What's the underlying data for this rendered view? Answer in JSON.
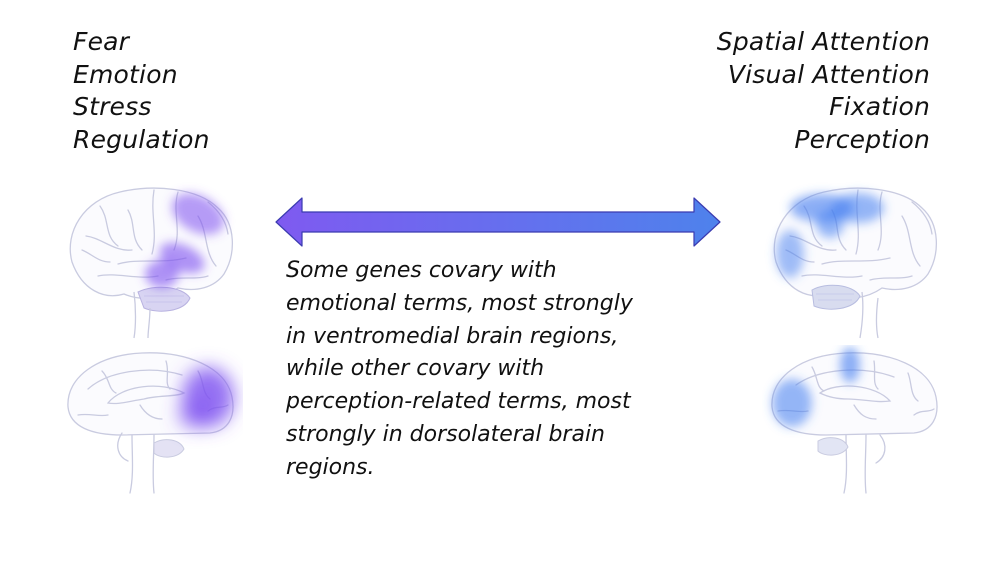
{
  "left_terms": [
    "Fear",
    "Emotion",
    "Stress",
    "Regulation"
  ],
  "right_terms": [
    "Spatial Attention",
    "Visual Attention",
    "Fixation",
    "Perception"
  ],
  "description_lines": [
    "Some genes covary with",
    "emotional terms, most strongly",
    "in ventromedial brain regions,",
    "while other covary with",
    "perception-related terms, most",
    "strongly in dorsolateral brain",
    "regions."
  ],
  "colors": {
    "emotion_purple": "#7b4df0",
    "perception_blue": "#3f7cf0",
    "arrow_left": "#7f5af0",
    "arrow_right": "#4e82ec",
    "brain_outline": "#c9cbe0"
  }
}
